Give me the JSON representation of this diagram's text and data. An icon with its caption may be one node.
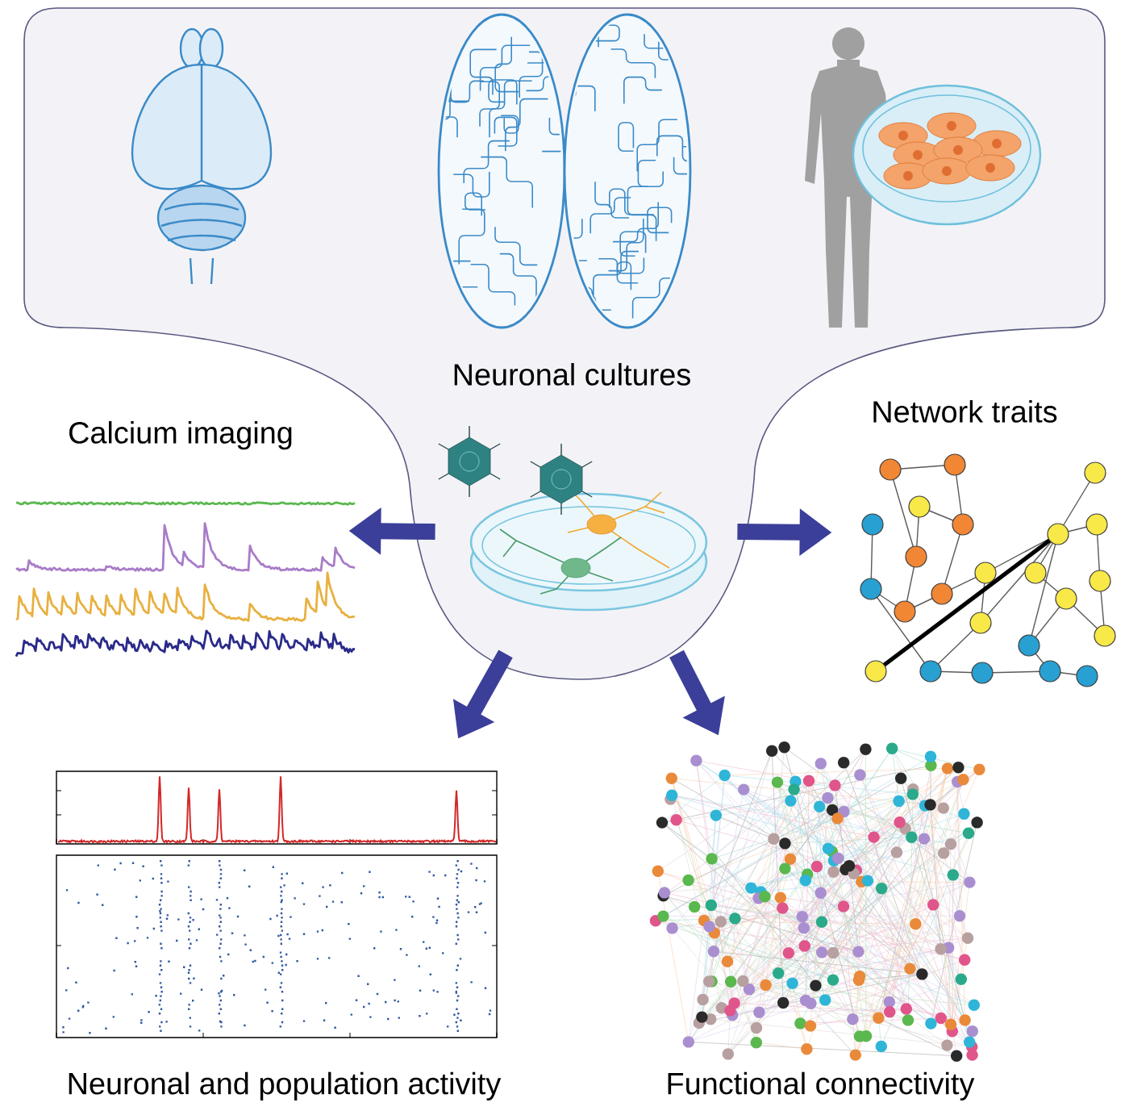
{
  "diagram": {
    "nodes": [
      {
        "text": [
          "Neuronal cultures"
        ]
      },
      {
        "text": [
          "Calcium imaging"
        ]
      },
      {
        "text": [
          "Network traits"
        ]
      },
      {
        "text": [
          "Neuronal and population activity"
        ]
      },
      {
        "text": [
          "Functional connectivity"
        ]
      }
    ],
    "edges": [
      {
        "from": 0,
        "to": 1,
        "arrow": "to"
      },
      {
        "from": 0,
        "to": 2,
        "arrow": "to"
      },
      {
        "from": 0,
        "to": 3,
        "arrow": "to"
      },
      {
        "from": 0,
        "to": 4,
        "arrow": "to"
      }
    ]
  }
}
